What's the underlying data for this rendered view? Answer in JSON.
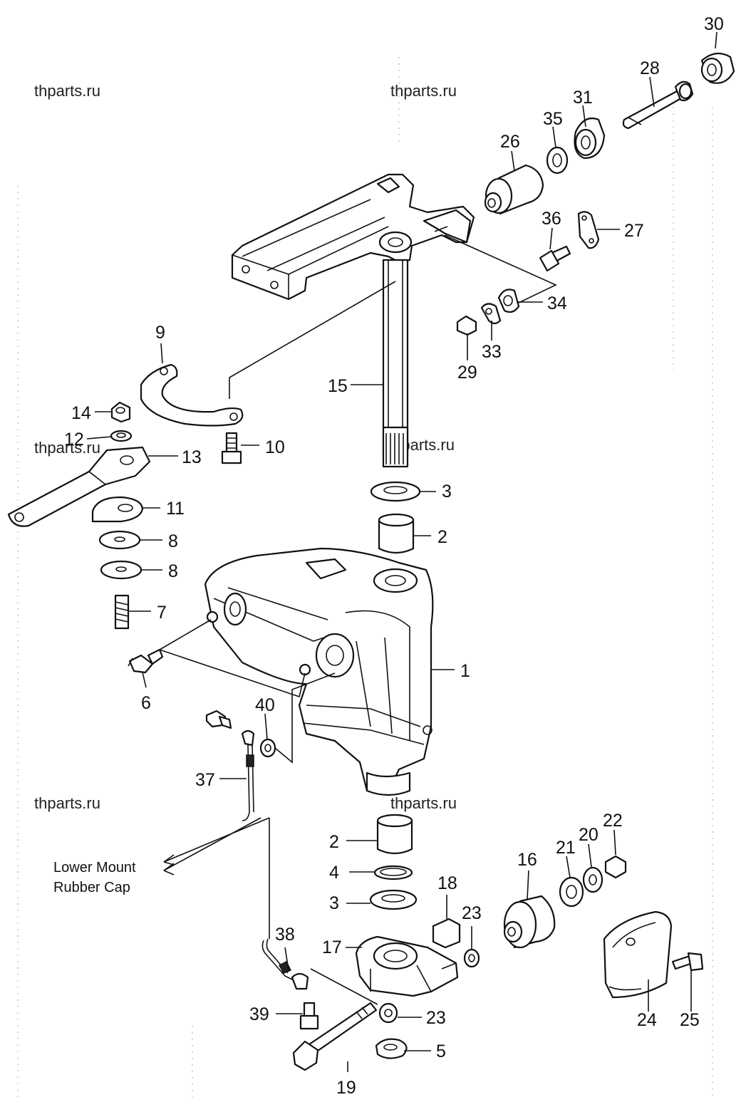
{
  "watermark": "thparts.ru",
  "note": {
    "line1": "Lower Mount",
    "line2": "Rubber Cap"
  },
  "parts": {
    "p1": "1",
    "p2": "2",
    "p3": "3",
    "p4": "4",
    "p5": "5",
    "p6": "6",
    "p7": "7",
    "p8": "8",
    "p9": "9",
    "p10": "10",
    "p11": "11",
    "p12": "12",
    "p13": "13",
    "p14": "14",
    "p15": "15",
    "p16": "16",
    "p17": "17",
    "p18": "18",
    "p19": "19",
    "p20": "20",
    "p21": "21",
    "p22": "22",
    "p23": "23",
    "p24": "24",
    "p25": "25",
    "p26": "26",
    "p27": "27",
    "p28": "28",
    "p29": "29",
    "p30": "30",
    "p31": "31",
    "p33": "33",
    "p34": "34",
    "p35": "35",
    "p36": "36",
    "p37": "37",
    "p38": "38",
    "p39": "39",
    "p40": "40"
  }
}
